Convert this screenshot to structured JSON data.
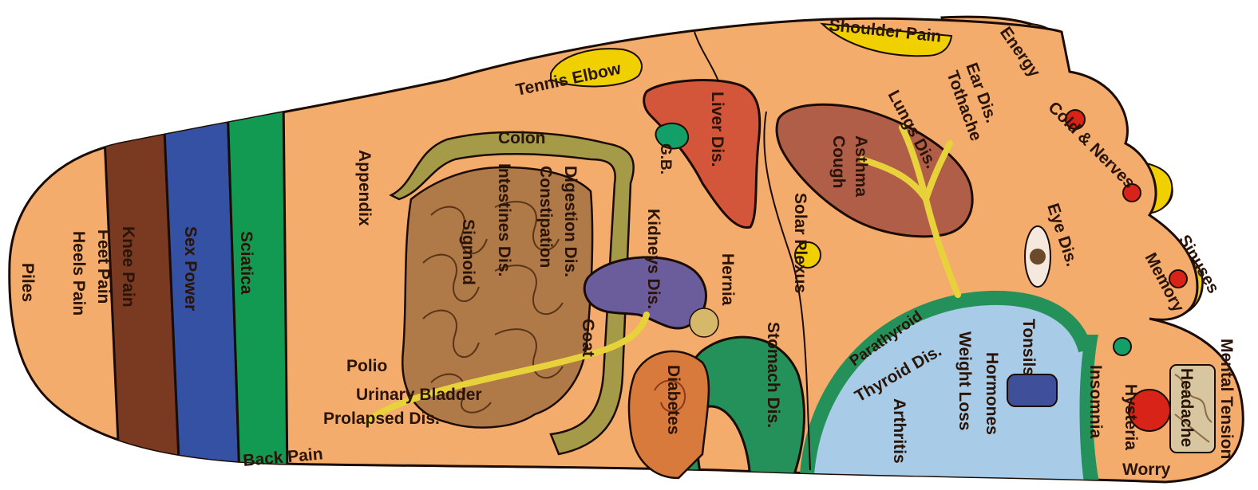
{
  "diagram": {
    "labels": {
      "piles": "Piles",
      "heels_pain": "Heels Pain",
      "feet_pain": "Feet Pain",
      "knee_pain": "Knee Pain",
      "sex_power": "Sex Power",
      "sciatica": "Sciatica",
      "appendix": "Appendix",
      "colon": "Colon",
      "intestines_dis": "Intestines Dis.",
      "sigmoid": "Sigmoid",
      "constipation": "Constipation",
      "digestion_dis": "Digestion Dis.",
      "tennis_elbow": "Tennis Elbow",
      "gb": "G.B.",
      "liver_dis": "Liver Dis.",
      "kidneys_dis": "Kidneys Dis.",
      "goat": "Goat",
      "hernia": "Hernia",
      "solar_plexus": "Solar Plexus",
      "stomach_dis": "Stomach Dis.",
      "diabetes": "Diabetes",
      "polio": "Polio",
      "urinary_bladder": "Urinary Bladder",
      "prolapsed_dis": "Prolapsed Dis.",
      "back_pain": "Back Pain",
      "shoulder_pain": "Shoulder Pain",
      "energy": "Energy",
      "ear_dis": "Ear Dis.",
      "tothache": "Tothache",
      "lungs_dis": "Lungs Dis.",
      "asthma": "Asthma",
      "cough": "Cough",
      "cold_nerves": "Cold & Nerves",
      "eye_dis": "Eye Dis.",
      "sinuses": "Sinuses",
      "memory": "Memory",
      "parathyroid": "Parathyroid",
      "thyroid_dis": "Thyroid Dis.",
      "arthritis": "Arthritis",
      "weight_loss": "Weight Loss",
      "hormones": "Hormones",
      "tonsils": "Tonsils",
      "insomnia": "Insomnia",
      "hysteria": "Hysteria",
      "headache": "Headache",
      "mental_tension": "Mental Tension",
      "worry": "Worry"
    },
    "colors": {
      "skin": "#f3ac6c",
      "outline": "#1a0c04",
      "knee_band": "#7a3a22",
      "sex_band": "#3451a3",
      "sciatica_band": "#129a52",
      "intestine": "#b07a48",
      "colon": "#a59a48",
      "liver": "#d4563a",
      "gallbladder": "#12a068",
      "kidney": "#6b5d9c",
      "lungs": "#b05e48",
      "nerves": "#e8d23c",
      "thyroid_area": "#a8cce8",
      "stomach": "#25915a",
      "toe_tip": "#f0d000",
      "dot": "#d82418"
    }
  }
}
